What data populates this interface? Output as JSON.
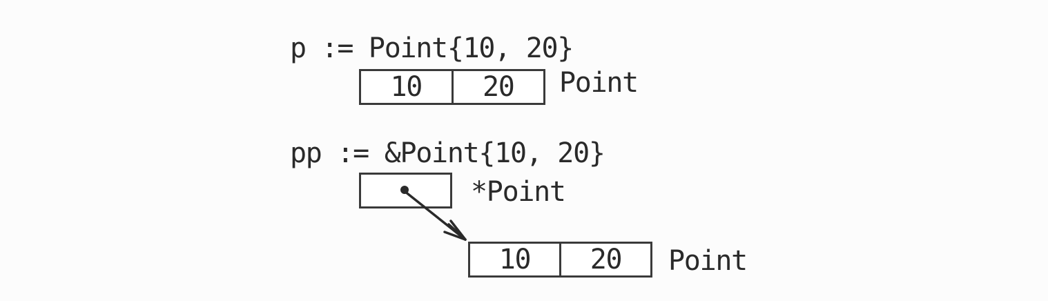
{
  "colors": {
    "background": "#fcfcfc",
    "ink": "#2a2a2a",
    "border": "#3a3a3a"
  },
  "value_example": {
    "code": "p := Point{10, 20}",
    "struct": {
      "fields": [
        "10",
        "20"
      ],
      "type_label": "Point"
    }
  },
  "pointer_example": {
    "code": "pp := &Point{10, 20}",
    "pointer_type_label": "*Point",
    "target_struct": {
      "fields": [
        "10",
        "20"
      ],
      "type_label": "Point"
    }
  }
}
